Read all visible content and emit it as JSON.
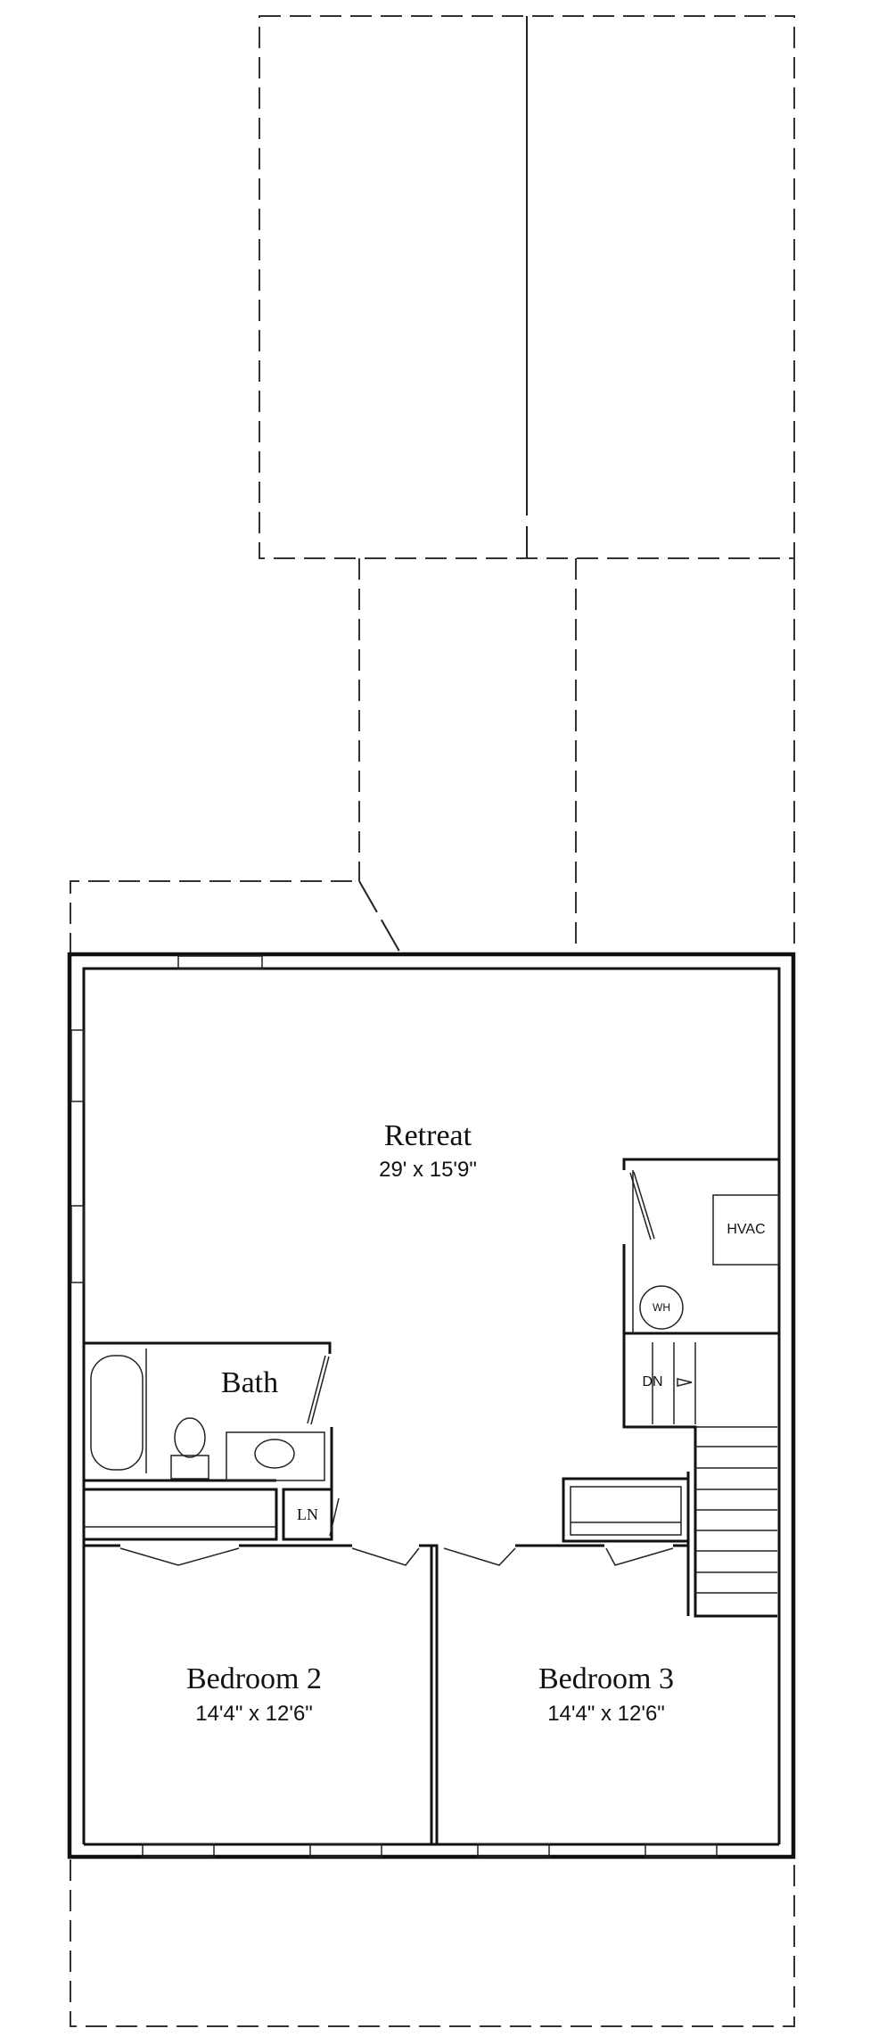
{
  "plan": {
    "rooms": [
      {
        "name": "Retreat",
        "dimensions": "29' x 15'9\""
      },
      {
        "name": "Bath"
      },
      {
        "name": "Bedroom 2",
        "dimensions": "14'4\" x 12'6\""
      },
      {
        "name": "Bedroom 3",
        "dimensions": "14'4\" x 12'6\""
      }
    ],
    "fixtures": {
      "linen_closet": "LN",
      "hvac": "HVAC",
      "water_heater": "WH",
      "stairs_down": "DN"
    }
  }
}
